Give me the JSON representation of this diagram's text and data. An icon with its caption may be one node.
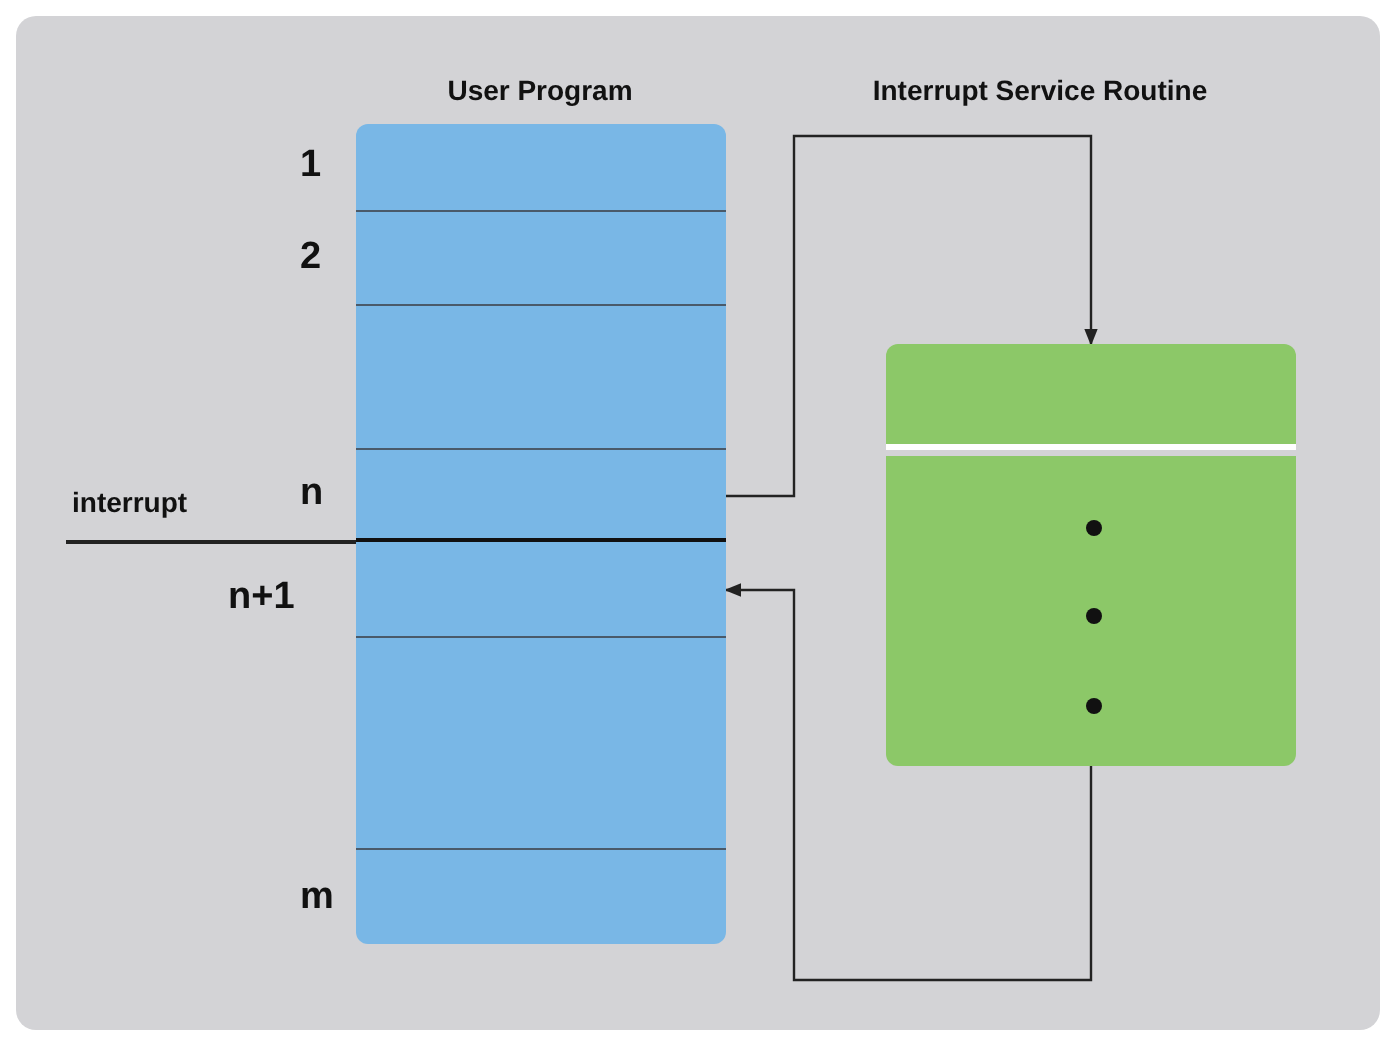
{
  "diagram": {
    "nodes": [
      {
        "text": [
          "User Program"
        ]
      },
      {
        "text": [],
        "shape": "box",
        "in": 0,
        "beside": [
          "1"
        ]
      },
      {
        "text": [],
        "shape": "box",
        "in": 0,
        "beside": [
          "2"
        ]
      },
      {
        "text": [],
        "shape": "box",
        "in": 0
      },
      {
        "text": [],
        "shape": "box",
        "in": 0,
        "beside": [
          "n"
        ]
      },
      {
        "text": [],
        "shape": "box",
        "in": 0,
        "beside": [
          "n+1"
        ]
      },
      {
        "text": [],
        "shape": "box",
        "in": 0
      },
      {
        "text": [],
        "shape": "box",
        "in": 0,
        "beside": [
          "m"
        ]
      },
      {
        "text": [],
        "shape": "box"
      },
      {
        "text": [],
        "shape": "box",
        "in": 8
      },
      {
        "text": [],
        "shape": "box",
        "in": 8
      },
      {
        "text": [
          "interrupt"
        ]
      }
    ],
    "edges": [
      {
        "from": 4,
        "to": 8,
        "arrow": "to"
      },
      {
        "from": 8,
        "to": 5,
        "arrow": "to"
      },
      {
        "from": 11,
        "to": 0,
        "arrow": "none"
      }
    ],
    "labels": [
      "Interrupt Service Routine"
    ]
  }
}
